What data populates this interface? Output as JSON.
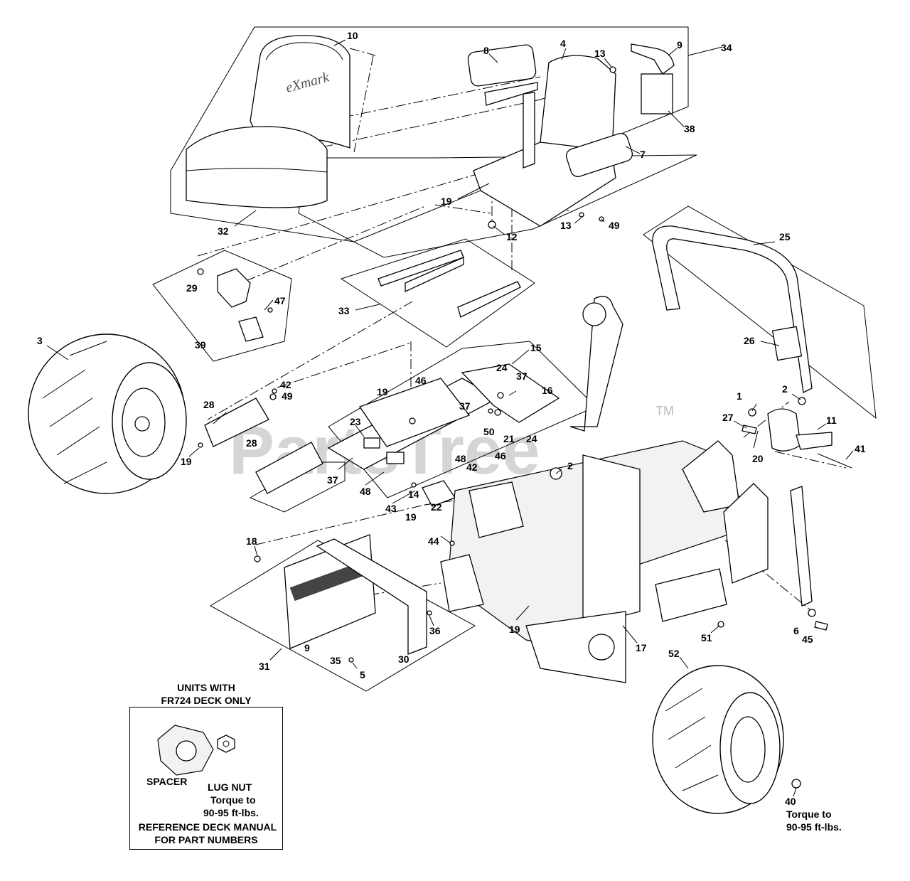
{
  "watermark": {
    "text": "PartsTree",
    "trademark": "TM"
  },
  "callouts": [
    {
      "id": "c10",
      "text": "10"
    },
    {
      "id": "c8",
      "text": "8"
    },
    {
      "id": "c4",
      "text": "4"
    },
    {
      "id": "c13a",
      "text": "13"
    },
    {
      "id": "c9a",
      "text": "9"
    },
    {
      "id": "c34",
      "text": "34"
    },
    {
      "id": "c38",
      "text": "38"
    },
    {
      "id": "c7",
      "text": "7"
    },
    {
      "id": "c19a",
      "text": "19"
    },
    {
      "id": "c12",
      "text": "12"
    },
    {
      "id": "c13b",
      "text": "13"
    },
    {
      "id": "c49a",
      "text": "49"
    },
    {
      "id": "c32",
      "text": "32"
    },
    {
      "id": "c25",
      "text": "25"
    },
    {
      "id": "c29",
      "text": "29"
    },
    {
      "id": "c47",
      "text": "47"
    },
    {
      "id": "c39",
      "text": "39"
    },
    {
      "id": "c33",
      "text": "33"
    },
    {
      "id": "c3",
      "text": "3"
    },
    {
      "id": "c15",
      "text": "15"
    },
    {
      "id": "c26",
      "text": "26"
    },
    {
      "id": "c24a",
      "text": "24"
    },
    {
      "id": "c37a",
      "text": "37"
    },
    {
      "id": "c46a",
      "text": "46"
    },
    {
      "id": "c42a",
      "text": "42"
    },
    {
      "id": "c49b",
      "text": "49"
    },
    {
      "id": "c19b",
      "text": "19"
    },
    {
      "id": "c16",
      "text": "16"
    },
    {
      "id": "c1",
      "text": "1"
    },
    {
      "id": "c2a",
      "text": "2"
    },
    {
      "id": "c28a",
      "text": "28"
    },
    {
      "id": "c23",
      "text": "23"
    },
    {
      "id": "c37b",
      "text": "37"
    },
    {
      "id": "c50",
      "text": "50"
    },
    {
      "id": "c21",
      "text": "21"
    },
    {
      "id": "c24b",
      "text": "24"
    },
    {
      "id": "c27",
      "text": "27"
    },
    {
      "id": "c11",
      "text": "11"
    },
    {
      "id": "c19c",
      "text": "19"
    },
    {
      "id": "c28b",
      "text": "28"
    },
    {
      "id": "c46b",
      "text": "46"
    },
    {
      "id": "c20",
      "text": "20"
    },
    {
      "id": "c41",
      "text": "41"
    },
    {
      "id": "c48a",
      "text": "48"
    },
    {
      "id": "c42b",
      "text": "42"
    },
    {
      "id": "c2b",
      "text": "2"
    },
    {
      "id": "c37c",
      "text": "37"
    },
    {
      "id": "c48b",
      "text": "48"
    },
    {
      "id": "c14",
      "text": "14"
    },
    {
      "id": "c43",
      "text": "43"
    },
    {
      "id": "c22",
      "text": "22"
    },
    {
      "id": "c19d",
      "text": "19"
    },
    {
      "id": "c18",
      "text": "18"
    },
    {
      "id": "c44",
      "text": "44"
    },
    {
      "id": "c36",
      "text": "36"
    },
    {
      "id": "c19e",
      "text": "19"
    },
    {
      "id": "c17",
      "text": "17"
    },
    {
      "id": "c51",
      "text": "51"
    },
    {
      "id": "c6",
      "text": "6"
    },
    {
      "id": "c45",
      "text": "45"
    },
    {
      "id": "c9b",
      "text": "9"
    },
    {
      "id": "c30",
      "text": "30"
    },
    {
      "id": "c31",
      "text": "31"
    },
    {
      "id": "c35",
      "text": "35"
    },
    {
      "id": "c5",
      "text": "5"
    },
    {
      "id": "c52",
      "text": "52"
    },
    {
      "id": "c40",
      "text": "40"
    }
  ],
  "notes": {
    "inset_title_line1": "UNITS WITH",
    "inset_title_line2": "FR724 DECK ONLY",
    "spacer": "SPACER",
    "lug_nut": "LUG NUT",
    "inset_torque_line1": "Torque to",
    "inset_torque_line2": "90-95 ft-lbs.",
    "reference_line1": "REFERENCE DECK MANUAL",
    "reference_line2": "FOR PART NUMBERS",
    "wheel_torque_line1": "Torque to",
    "wheel_torque_line2": "90-95 ft-lbs."
  }
}
